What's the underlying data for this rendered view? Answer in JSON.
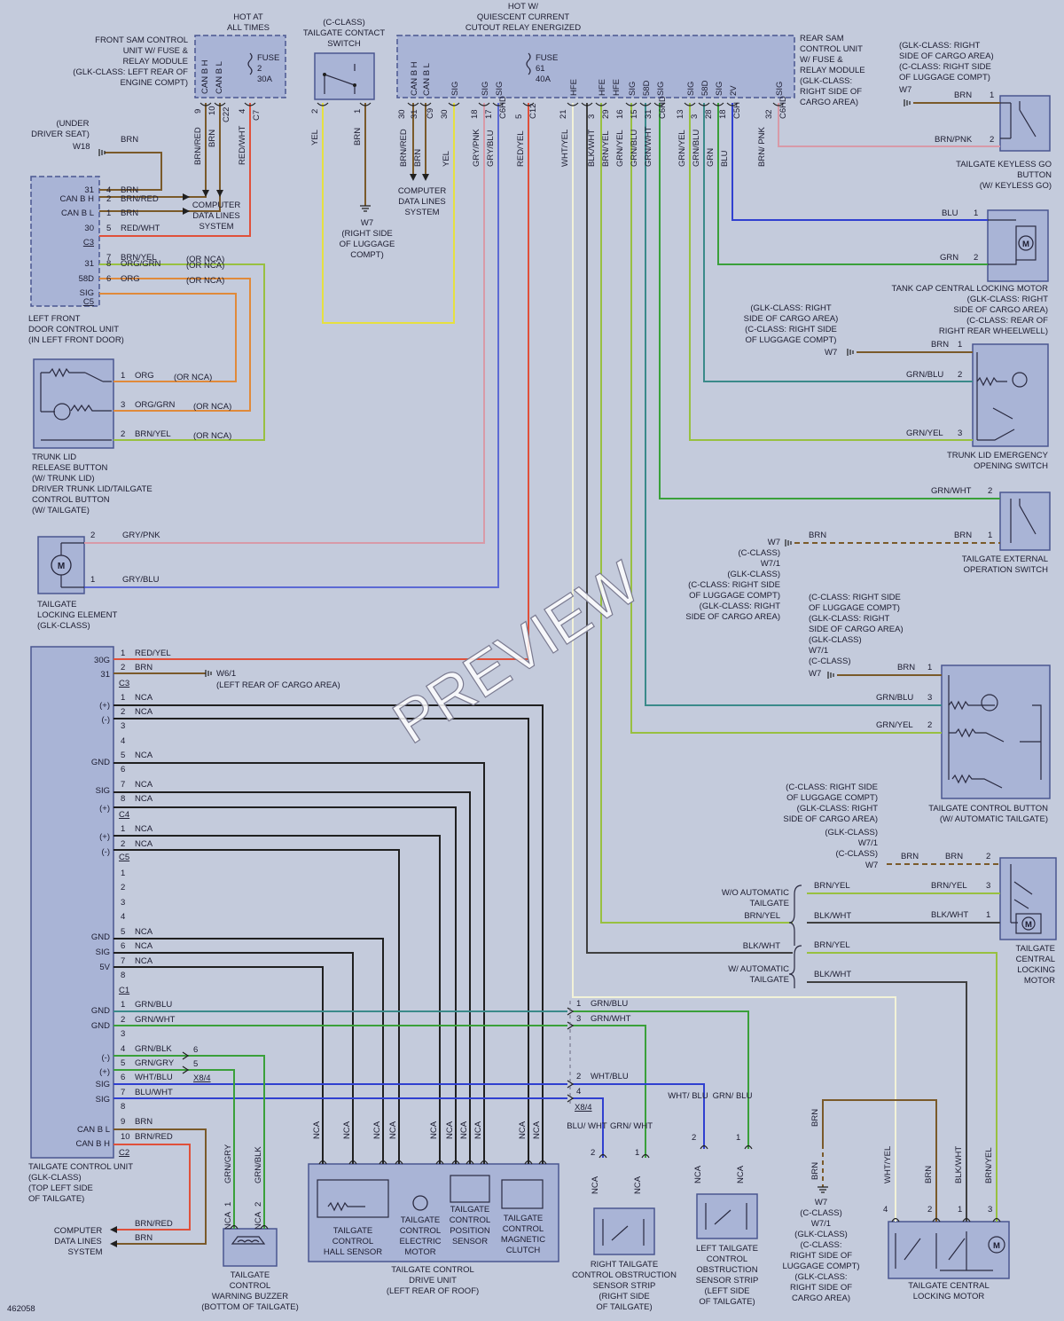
{
  "diagram_id": "462058",
  "watermark": "PREVIEW",
  "colors": {
    "bg": "#c4cbdc",
    "box": "#a9b4d6",
    "box_stroke": "#4a5690",
    "wire_red": "#e0503a",
    "wire_yellow": "#e6e040",
    "wire_brown": "#7a5a2a",
    "wire_orange": "#e08a3a",
    "wire_green": "#3aa03a",
    "wire_blue": "#3040d0",
    "wire_gray": "#707080",
    "wire_black": "#202020",
    "wire_pink": "#d89aa8",
    "wire_ygreen": "#98c040",
    "wire_white": "#f2f2d8",
    "wire_gblue": "#3a8a8a"
  },
  "headers": {
    "hot_all": [
      "HOT AT",
      "ALL TIMES"
    ],
    "hot_quiescent": [
      "HOT W/",
      "QUIESCENT CURRENT",
      "CUTOUT RELAY ENERGIZED"
    ]
  },
  "front_sam": {
    "label": [
      "FRONT SAM CONTROL",
      "UNIT W/ FUSE &",
      "RELAY MODULE",
      "(GLK-CLASS: LEFT REAR OF",
      "ENGINE COMPT)"
    ],
    "pins": [
      {
        "label": "CAN B H",
        "num": "9",
        "wire": "BRN/RED"
      },
      {
        "label": "CAN B L",
        "num": "10",
        "wire": "BRN"
      },
      {
        "label": "",
        "num": "C22",
        "wire": ""
      },
      {
        "label": "",
        "num": "4",
        "wire": "RED/WHT"
      },
      {
        "label": "",
        "num": "C7",
        "wire": ""
      }
    ],
    "fuse": [
      "FUSE",
      "2",
      "30A"
    ]
  },
  "contact_switch": {
    "label": [
      "(C-CLASS)",
      "TAILGATE CONTACT",
      "SWITCH"
    ],
    "pins": [
      {
        "num": "2",
        "wire": "YEL"
      },
      {
        "num": "1",
        "wire": "BRN"
      }
    ],
    "ground": "W7",
    "ground_loc": [
      "(RIGHT SIDE",
      "OF LUGGAGE",
      "COMPT)"
    ]
  },
  "rear_sam": {
    "label": [
      "REAR SAM",
      "CONTROL UNIT",
      "W/ FUSE &",
      "RELAY MODULE",
      "(GLK-CLASS:",
      "RIGHT SIDE OF",
      "CARGO AREA)"
    ],
    "fuse": [
      "FUSE",
      "61",
      "40A"
    ],
    "pin_labels": [
      "CAN B H",
      "CAN B L",
      "SIG",
      "SIG",
      "SIG",
      "HFE",
      "HFE",
      "HFE",
      "SIG",
      "58D",
      "SIG",
      "SIG",
      "58D",
      "SIG",
      "2V",
      "SIG"
    ],
    "pin_nums": [
      "30",
      "31",
      "C9",
      "30",
      "18",
      "17",
      "C6HD",
      "5",
      "C12",
      "21",
      "3",
      "29",
      "16",
      "15",
      "31",
      "C6HD",
      "13",
      "3",
      "28",
      "18",
      "C5H",
      "32",
      "C6HD"
    ],
    "wires": [
      "BRN/RED",
      "BRN",
      "YEL",
      "GRY/PNK",
      "GRY/BLU",
      "RED/YEL",
      "WHT/YEL",
      "BLK/WHT",
      "BRN/YEL",
      "GRN/YEL",
      "GRN/BLU",
      "GRN/WHT",
      "GRN/YEL",
      "GRN/BLU",
      "GRN",
      "BLU",
      "BRN/ PNK"
    ]
  },
  "can_system": [
    "COMPUTER",
    "DATA LINES",
    "SYSTEM"
  ],
  "under_seat": {
    "loc": [
      "(UNDER",
      "DRIVER SEAT)"
    ],
    "ground": "W18",
    "wire": "BRN"
  },
  "left_door": {
    "label": [
      "LEFT FRONT",
      "DOOR CONTROL UNIT",
      "(IN LEFT FRONT DOOR)"
    ],
    "pins": [
      {
        "pin": "31",
        "num": "4",
        "wire": "BRN"
      },
      {
        "pin": "CAN B H",
        "num": "2",
        "wire": "BRN/RED"
      },
      {
        "pin": "CAN B L",
        "num": "1",
        "wire": "BRN"
      },
      {
        "pin": "30",
        "num": "5",
        "wire": "RED/WHT"
      },
      {
        "pin": "C3",
        "num": "",
        "wire": ""
      },
      {
        "pin": "",
        "num": "7",
        "wire": "BRN/YEL",
        "note": "(OR NCA)"
      },
      {
        "pin": "31",
        "num": "8",
        "wire": "ORG/GRN",
        "note": "(OR NCA)"
      },
      {
        "pin": "58D",
        "num": "6",
        "wire": "ORG",
        "note": "(OR NCA)"
      },
      {
        "pin": "SIG",
        "num": "",
        "wire": ""
      },
      {
        "pin": "C5",
        "num": "",
        "wire": ""
      }
    ]
  },
  "trunk_button": {
    "label": [
      "TRUNK LID",
      "RELEASE BUTTON",
      "(W/ TRUNK LID)",
      "DRIVER TRUNK LID/TAILGATE",
      "CONTROL BUTTON",
      "(W/ TAILGATE)"
    ],
    "pins": [
      {
        "num": "1",
        "wire": "ORG",
        "note": "(OR NCA)"
      },
      {
        "num": "3",
        "wire": "ORG/GRN",
        "note": "(OR NCA)"
      },
      {
        "num": "2",
        "wire": "BRN/YEL",
        "note": "(OR NCA)"
      }
    ]
  },
  "locking_element": {
    "label": [
      "TAILGATE",
      "LOCKING ELEMENT",
      "(GLK-CLASS)"
    ],
    "pins": [
      {
        "num": "2",
        "wire": "GRY/PNK"
      },
      {
        "num": "1",
        "wire": "GRY/BLU"
      }
    ],
    "motor": "M"
  },
  "tcu": {
    "label": [
      "TAILGATE CONTROL UNIT",
      "(GLK-CLASS)",
      "(TOP LEFT SIDE",
      "OF TAILGATE)"
    ],
    "pin_labels": [
      "30G",
      "31",
      "C3",
      "(+)",
      "(-)",
      "GND",
      "SIG",
      "(+)",
      "C4",
      "(+)",
      "(-)",
      "C5",
      "GND",
      "SIG",
      "5V",
      "C1",
      "GND",
      "GND",
      "(-)",
      "(+)",
      "SIG",
      "SIG",
      "CAN B L",
      "CAN B H",
      "C2"
    ],
    "pin_nums": [
      "1",
      "2",
      "1",
      "2",
      "3",
      "4",
      "5",
      "6",
      "7",
      "8",
      "1",
      "2",
      "1",
      "2",
      "3",
      "4",
      "5",
      "6",
      "7",
      "8",
      "1",
      "2",
      "3",
      "4",
      "5",
      "6",
      "7",
      "8",
      "9",
      "10"
    ],
    "wires": [
      "RED/YEL",
      "BRN",
      "NCA",
      "NCA",
      "NCA",
      "NCA",
      "NCA",
      "NCA",
      "NCA",
      "NCA",
      "NCA",
      "NCA",
      "GRN/BLU",
      "GRN/WHT",
      "GRN/BLK",
      "GRN/GRY",
      "WHT/BLU",
      "BLU/WHT",
      "BRN",
      "BRN/RED"
    ],
    "ground": "W6/1",
    "ground_loc": "(LEFT REAR OF CARGO AREA)",
    "x_conn": "X8/4",
    "x_pins": [
      "6",
      "5"
    ]
  },
  "can_system2": [
    "COMPUTER",
    "DATA LINES",
    "SYSTEM"
  ],
  "can2_wires": [
    "BRN/RED",
    "BRN"
  ],
  "buzzer": {
    "label": [
      "TAILGATE",
      "CONTROL",
      "WARNING BUZZER",
      "(BOTTOM OF TAILGATE)"
    ],
    "pins": [
      {
        "num": "1",
        "wire": "GRN/GRY",
        "nca": "NCA"
      },
      {
        "num": "2",
        "wire": "GRN/BLK",
        "nca": "NCA"
      }
    ]
  },
  "drive_unit": {
    "label": [
      "TAILGATE CONTROL",
      "DRIVE UNIT",
      "(LEFT REAR OF ROOF)"
    ],
    "subs": [
      [
        "TAILGATE",
        "CONTROL",
        "HALL SENSOR"
      ],
      [
        "TAILGATE",
        "CONTROL",
        "ELECTRIC",
        "MOTOR"
      ],
      [
        "TAILGATE",
        "CONTROL",
        "POSITION",
        "SENSOR"
      ],
      [
        "TAILGATE",
        "CONTROL",
        "MAGNETIC",
        "CLUTCH"
      ]
    ],
    "nca": "NCA"
  },
  "right_strip": {
    "label": [
      "RIGHT TAILGATE",
      "CONTROL OBSTRUCTION",
      "SENSOR STRIP",
      "(RIGHT SIDE",
      "OF TAILGATE)"
    ],
    "pins": [
      {
        "num": "2",
        "wire": "BLU/ WHT"
      },
      {
        "num": "1",
        "wire": "GRN/ WHT"
      }
    ],
    "nca": "NCA"
  },
  "left_strip": {
    "label": [
      "LEFT TAILGATE",
      "CONTROL",
      "OBSTRUCTION",
      "SENSOR STRIP",
      "(LEFT SIDE",
      "OF TAILGATE)"
    ],
    "pins": [
      {
        "num": "2",
        "wire": "WHT/ BLU"
      },
      {
        "num": "1",
        "wire": "GRN/ BLU"
      }
    ],
    "nca": "NCA"
  },
  "inline_conn": {
    "pins": [
      {
        "num": "1",
        "wire": "GRN/BLU"
      },
      {
        "num": "3",
        "wire": "GRN/WHT"
      },
      {
        "num": "2",
        "wire": "WHT/BLU"
      },
      {
        "num": "4",
        "wire": ""
      }
    ],
    "x_conn": "X8/4"
  },
  "keyless": {
    "loc": [
      "(GLK-CLASS: RIGHT",
      "SIDE OF CARGO AREA)",
      "(C-CLASS: RIGHT SIDE",
      "OF LUGGAGE COMPT)"
    ],
    "ground": "W7",
    "label": [
      "TAILGATE KEYLESS GO",
      "BUTTON",
      "(W/ KEYLESS GO)"
    ],
    "pins": [
      {
        "num": "1",
        "wire": "BRN"
      },
      {
        "num": "2",
        "wire": "BRN/PNK"
      }
    ]
  },
  "tank_cap": {
    "label": [
      "TANK CAP CENTRAL LOCKING MOTOR",
      "(GLK-CLASS: RIGHT",
      "SIDE OF CARGO AREA)",
      "(C-CLASS: REAR OF",
      "RIGHT REAR WHEELWELL)"
    ],
    "pins": [
      {
        "num": "1",
        "wire": "BLU"
      },
      {
        "num": "2",
        "wire": "GRN"
      }
    ],
    "motor": "M"
  },
  "emergency": {
    "loc": [
      "(GLK-CLASS: RIGHT",
      "SIDE OF CARGO AREA)",
      "(C-CLASS: RIGHT SIDE",
      "OF LUGGAGE COMPT)"
    ],
    "ground": "W7",
    "label": [
      "TRUNK LID EMERGENCY",
      "OPENING SWITCH"
    ],
    "pins": [
      {
        "num": "1",
        "wire": "BRN"
      },
      {
        "num": "2",
        "wire": "GRN/BLU"
      },
      {
        "num": "3",
        "wire": "GRN/YEL"
      }
    ]
  },
  "external": {
    "label": [
      "TAILGATE EXTERNAL",
      "OPERATION SWITCH"
    ],
    "pins": [
      {
        "num": "2",
        "wire": "GRN/WHT"
      },
      {
        "num": "1",
        "wire": "BRN"
      }
    ],
    "ground_lines": [
      "W7",
      "(C-CLASS)",
      "W7/1",
      "(GLK-CLASS)",
      "(C-CLASS: RIGHT SIDE",
      "OF LUGGAGE COMPT)",
      "(GLK-CLASS: RIGHT",
      "SIDE OF CARGO AREA)"
    ],
    "ground_wire": "BRN"
  },
  "control_button": {
    "loc": [
      "(C-CLASS: RIGHT SIDE",
      "OF LUGGAGE COMPT)",
      "(GLK-CLASS: RIGHT",
      "SIDE OF CARGO AREA)",
      "(GLK-CLASS)",
      "W7/1",
      "(C-CLASS)"
    ],
    "ground": "W7",
    "label": [
      "TAILGATE CONTROL BUTTON",
      "(W/ AUTOMATIC TAILGATE)"
    ],
    "pins": [
      {
        "num": "1",
        "wire": "BRN"
      },
      {
        "num": "3",
        "wire": "GRN/BLU"
      },
      {
        "num": "2",
        "wire": "GRN/YEL"
      }
    ]
  },
  "clm_upper": {
    "loc": [
      "(C-CLASS: RIGHT SIDE",
      "OF LUGGAGE COMPT)",
      "(GLK-CLASS: RIGHT",
      "SIDE OF CARGO AREA)",
      "(GLK-CLASS)",
      "W7/1",
      "(C-CLASS)"
    ],
    "ground": "W7",
    "label": [
      "TAILGATE",
      "CENTRAL",
      "LOCKING",
      "MOTOR"
    ],
    "pins": [
      {
        "num": "2",
        "wire": "BRN"
      },
      {
        "num": "3",
        "wire": "BRN/YEL"
      },
      {
        "num": "1",
        "wire": "BLK/WHT"
      }
    ],
    "ground_wire": "BRN",
    "wo_auto": [
      "W/O AUTOMATIC",
      "TAILGATE"
    ],
    "w_auto": [
      "W/ AUTOMATIC",
      "TAILGATE"
    ],
    "branch_wires": [
      "BRN/YEL",
      "BLK/WHT",
      "BRN/YEL",
      "BLK/WHT",
      "BRN/YEL",
      "BLK/WHT"
    ],
    "motor": "M"
  },
  "clm_lower": {
    "label": [
      "TAILGATE CENTRAL",
      "LOCKING MOTOR"
    ],
    "pins": [
      {
        "num": "4",
        "wire": "WHT/YEL"
      },
      {
        "num": "2",
        "wire": "BRN"
      },
      {
        "num": "1",
        "wire": "BLK/WHT"
      },
      {
        "num": "3",
        "wire": "BRN/YEL"
      }
    ],
    "ground_lines": [
      "W7",
      "(C-CLASS)",
      "W7/1",
      "(GLK-CLASS)",
      "(C-CLASS:",
      "RIGHT SIDE OF",
      "LUGGAGE COMPT)",
      "(GLK-CLASS:",
      "RIGHT SIDE OF",
      "CARGO AREA)"
    ],
    "ground_wire": "BRN",
    "motor": "M"
  }
}
